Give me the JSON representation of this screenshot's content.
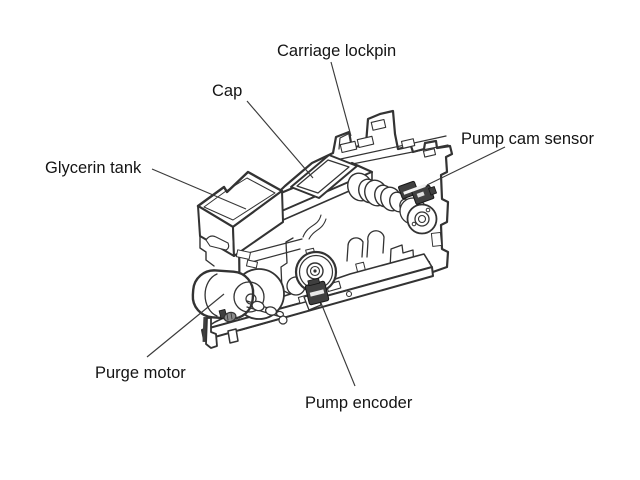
{
  "figure": {
    "type": "technical-line-diagram",
    "background_color": "#ffffff",
    "line_color": "#333333",
    "label_color": "#141414",
    "dark_part_color": "#3f3f3f",
    "labels": [
      {
        "part": "carriage-lockpin",
        "text": "Carriage lockpin"
      },
      {
        "part": "cap",
        "text": "Cap"
      },
      {
        "part": "pump-cam-sensor",
        "text": "Pump cam sensor"
      },
      {
        "part": "glycerin-tank",
        "text": "Glycerin tank"
      },
      {
        "part": "purge-motor",
        "text": "Purge motor"
      },
      {
        "part": "pump-encoder",
        "text": "Pump encoder"
      }
    ]
  }
}
